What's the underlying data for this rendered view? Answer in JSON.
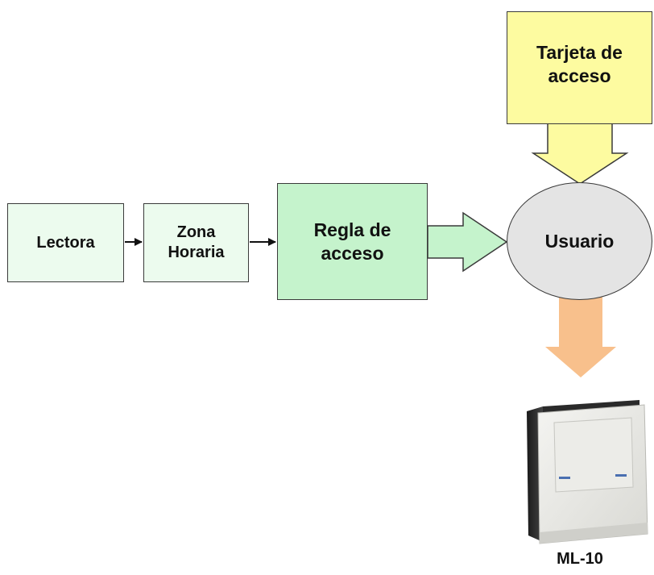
{
  "nodes": {
    "lectora": "Lectora",
    "zona_horaria": "Zona\nHoraria",
    "regla_acceso": "Regla de\nacceso",
    "tarjeta_acceso": "Tarjeta de\nacceso",
    "usuario": "Usuario"
  },
  "device": {
    "label": "ML-10",
    "icon": "access-controller-device-icon"
  },
  "colors": {
    "light_green": "#ecfbee",
    "green": "#c5f3cc",
    "yellow": "#fdfba0",
    "gray": "#e4e4e4",
    "orange": "#f8c08c",
    "outline": "#3a3a3a"
  }
}
